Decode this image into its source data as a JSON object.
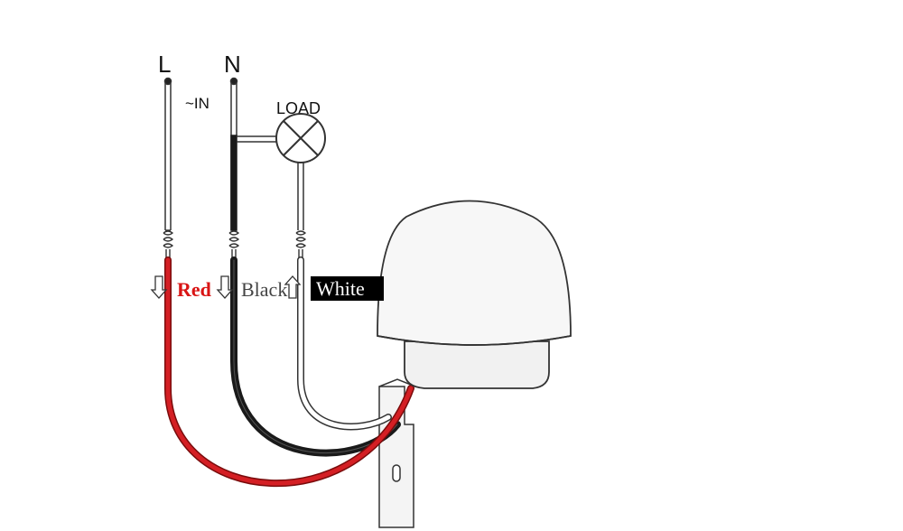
{
  "terminals": {
    "line": "L",
    "neutral": "N",
    "input": "~IN",
    "load": "LOAD"
  },
  "wires": {
    "red": "Red",
    "black": "Black",
    "white": "White"
  },
  "colors": {
    "red_wire": "#d41f24",
    "black_wire": "#1a1a1a",
    "white_wire": "#ffffff",
    "outline": "#333333",
    "red_label": "#d91515",
    "white_label_bg": "#000000",
    "white_label_text": "#ffffff"
  },
  "icons": {
    "load": "lamp-cross-icon",
    "sensor": "photocell-sensor-icon"
  }
}
